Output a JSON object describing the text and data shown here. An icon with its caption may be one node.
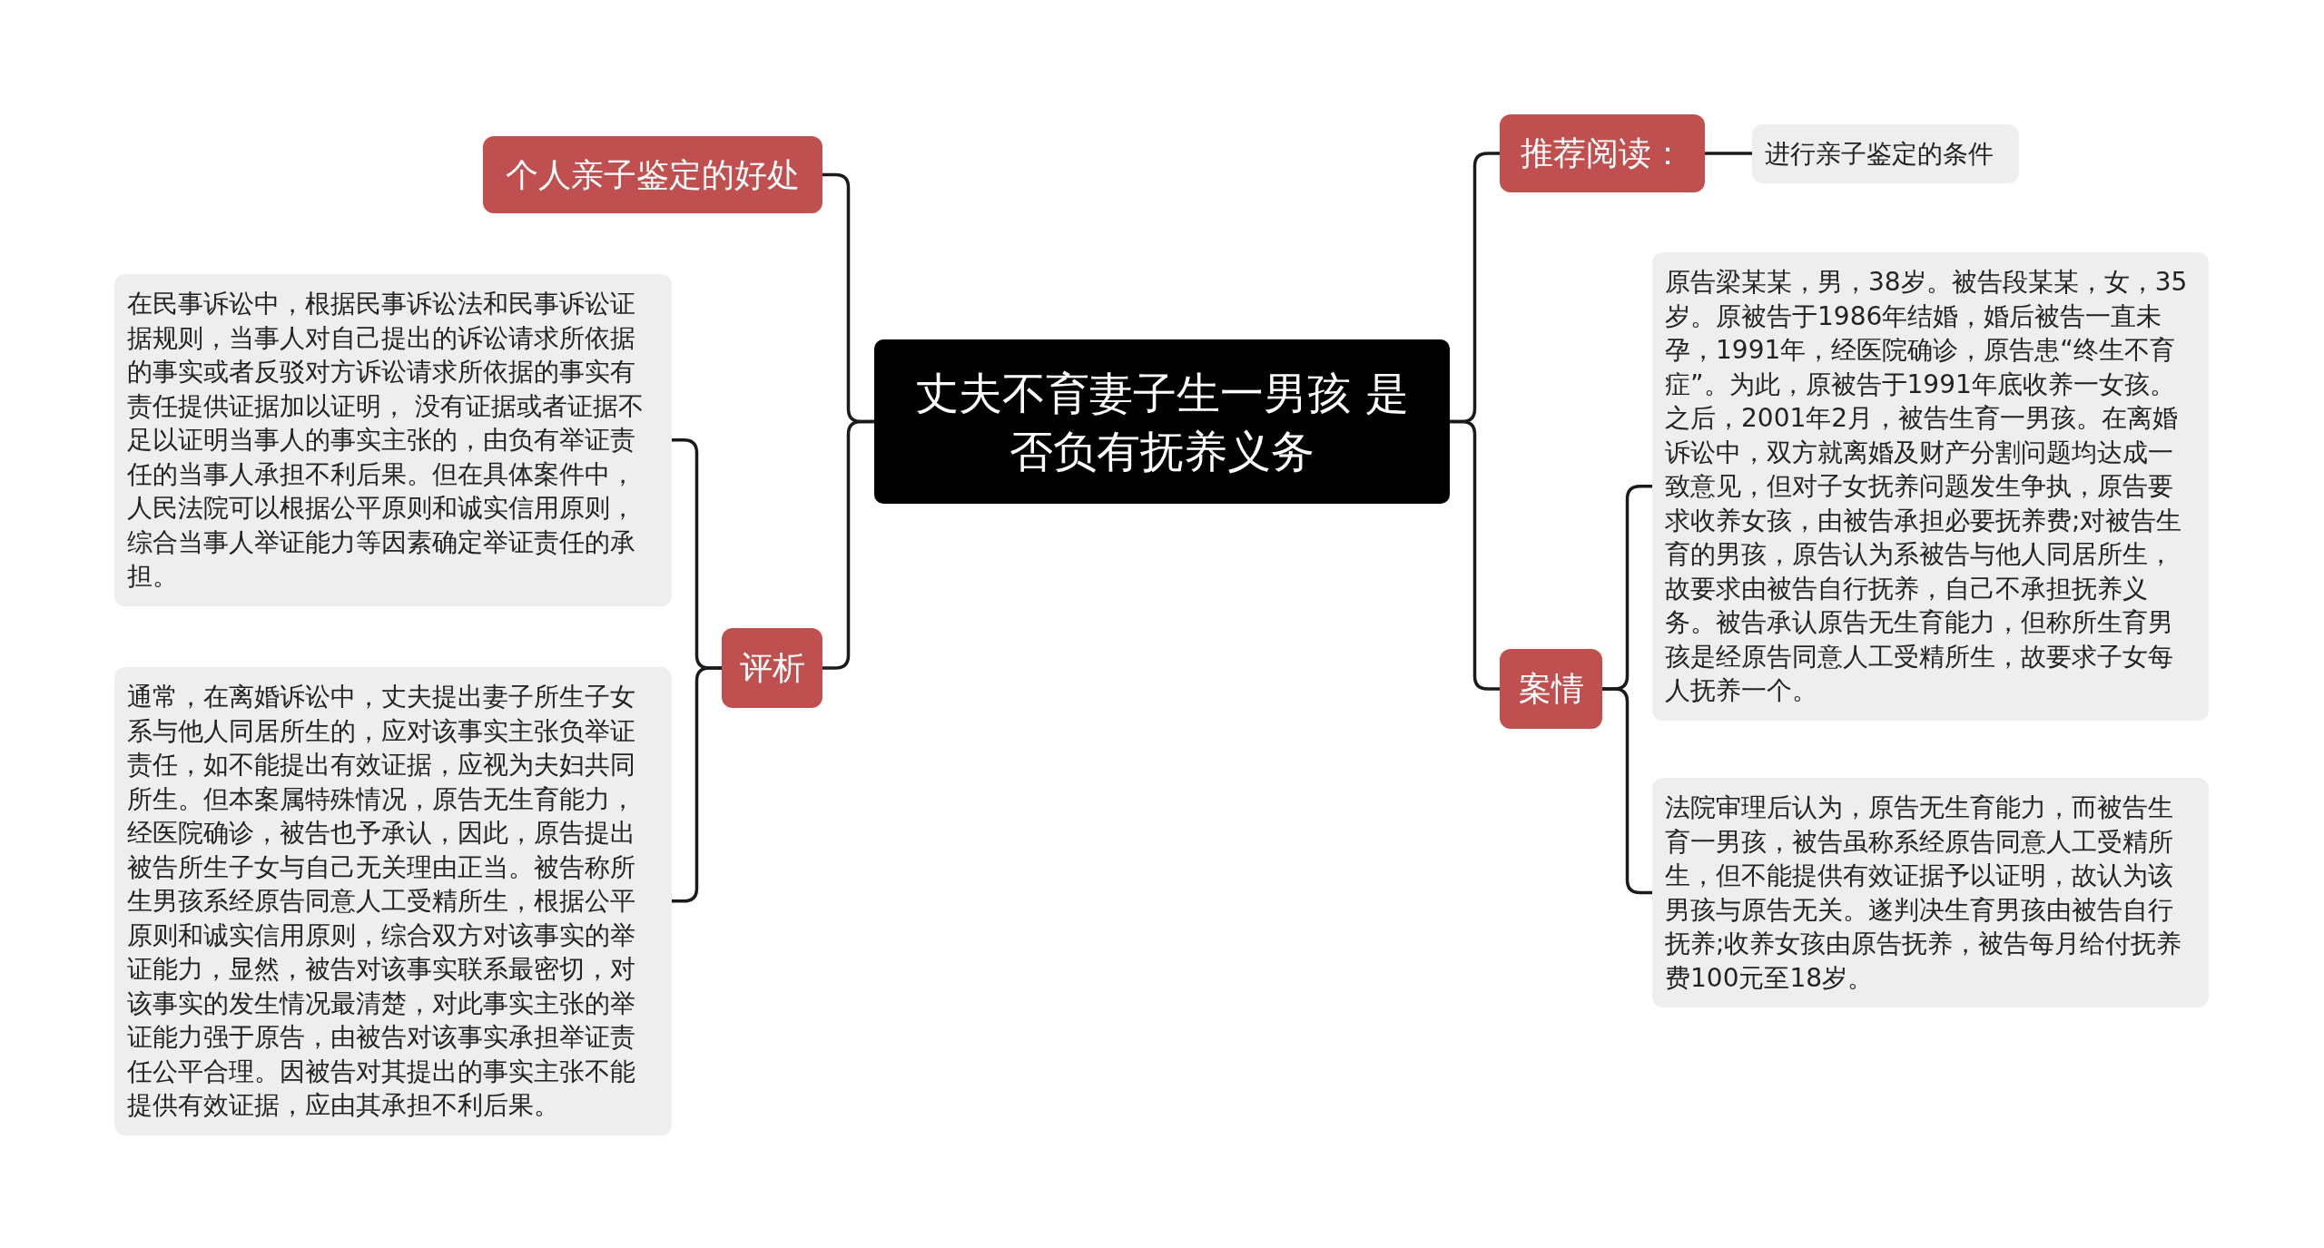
{
  "diagram": {
    "nodes": [
      {
        "text": [
          "丈夫不育妻子生一男孩 是否负有抚养义务"
        ]
      },
      {
        "text": [
          "个人亲子鉴定的好处"
        ]
      },
      {
        "text": [
          "评析"
        ]
      },
      {
        "text": [
          "在民事诉讼中，根据民事诉讼法和民事诉讼证据规则，当事人对自己提出的诉讼请求所依据的事实或者反驳对方诉讼请求所依据的事实有责任提供证据加以证明， 没有证据或者证据不足以证明当事人的事实主张的，由负有举证责任的当事人承担不利后果。但在具体案件中，人民法院可以根据公平原则和诚实信用原则，综合当事人举证能力等因素确定举证责任的承担。"
        ]
      },
      {
        "text": [
          "通常，在离婚诉讼中，丈夫提出妻子所生子女系与他人同居所生的，应对该事实主张负举证责任，如不能提出有效证据，应视为夫妇共同所生。但本案属特殊情况，原告无生育能力，经医院确诊，被告也予承认，因此，原告提出被告所生子女与自己无关理由正当。被告称所生男孩系经原告同意人工受精所生，根据公平原则和诚实信用原则，综合双方对该事实的举证能力，显然，被告对该事实联系最密切，对该事实的发生情况最清楚，对此事实主张的举证能力强于原告，由被告对该事实承担举证责任公平合理。因被告对其提出的事实主张不能提供有效证据，应由其承担不利后果。"
        ]
      },
      {
        "text": [
          "推荐阅读："
        ]
      },
      {
        "text": [
          "进行亲子鉴定的条件"
        ]
      },
      {
        "text": [
          "案情"
        ]
      },
      {
        "text": [
          "原告梁某某，男，38岁。被告段某某，女，35岁。原被告于1986年结婚，婚后被告一直未孕，1991年，经医院确诊，原告患“终生不育症”。为此，原被告于1991年底收养一女孩。之后，2001年2月，被告生育一男孩。在离婚诉讼中，双方就离婚及财产分割问题均达成一致意见，但对子女抚养问题发生争执，原告要求收养女孩，由被告承担必要抚养费;对被告生育的男孩，原告认为系被告与他人同居所生，故要求由被告自行抚养，自己不承担抚养义务。被告承认原告无生育能力，但称所生育男孩是经原告同意人工受精所生，故要求子女每人抚养一个。"
        ]
      },
      {
        "text": [
          "法院审理后认为，原告无生育能力，而被告生育一男孩，被告虽称系经原告同意人工受精所生，但不能提供有效证据予以证明，故认为该男孩与原告无关。遂判决生育男孩由被告自行抚养;收养女孩由原告抚养，被告每月给付抚养费100元至18岁。"
        ]
      }
    ],
    "edges": [
      {
        "from": 0,
        "to": 1,
        "arrow": "none"
      },
      {
        "from": 0,
        "to": 2,
        "arrow": "none"
      },
      {
        "from": 2,
        "to": 3,
        "arrow": "none"
      },
      {
        "from": 2,
        "to": 4,
        "arrow": "none"
      },
      {
        "from": 0,
        "to": 5,
        "arrow": "none"
      },
      {
        "from": 5,
        "to": 6,
        "arrow": "none"
      },
      {
        "from": 0,
        "to": 7,
        "arrow": "none"
      },
      {
        "from": 7,
        "to": 8,
        "arrow": "none"
      },
      {
        "from": 7,
        "to": 9,
        "arrow": "none"
      }
    ]
  }
}
